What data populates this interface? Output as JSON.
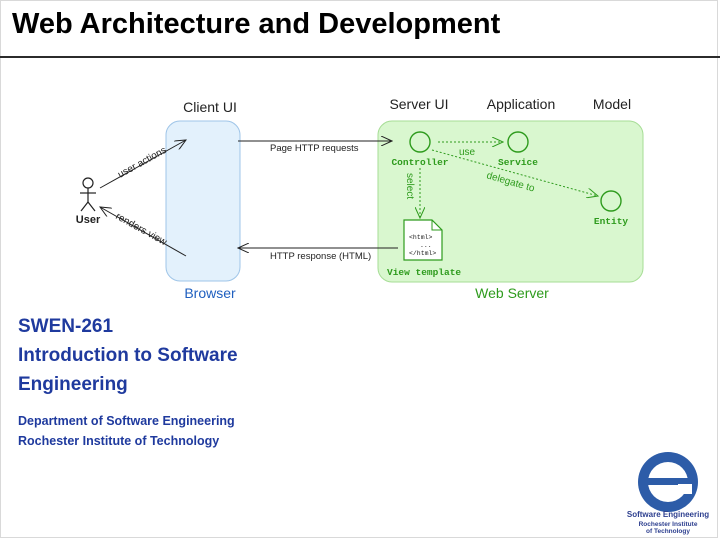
{
  "slide": {
    "title": "Web Architecture and Development"
  },
  "diagram": {
    "client_ui_label": "Client UI",
    "server_ui_label": "Server UI",
    "application_label": "Application",
    "model_label": "Model",
    "browser_label": "Browser",
    "web_server_label": "Web Server",
    "user_label": "User",
    "user_actions_label": "user actions",
    "renders_view_label": "renders view",
    "page_http_requests_label": "Page HTTP requests",
    "http_response_label": "HTTP response (HTML)",
    "controller_label": "Controller",
    "service_label": "Service",
    "entity_label": "Entity",
    "view_template_label": "View template",
    "use_label": "use",
    "select_label": "select",
    "delegate_to_label": "delegate to",
    "html_open": "<html>",
    "html_dots": "...",
    "html_close": "</html>"
  },
  "course": {
    "code": "SWEN-261",
    "name_line1": "Introduction to Software",
    "name_line2": "Engineering"
  },
  "dept": {
    "line1": "Department of Software Engineering",
    "line2": "Rochester Institute of Technology"
  },
  "logo": {
    "title": "Software Engineering",
    "sub1": "Rochester Institute",
    "sub2": "of Technology"
  },
  "colors": {
    "browser_fill": "#e3f1fc",
    "browser_stroke": "#9fc5e8",
    "server_fill": "#d9f7cf",
    "server_stroke": "#a6dd95",
    "green_text": "#2e9b1d",
    "blue_text": "#1f3a9e"
  }
}
